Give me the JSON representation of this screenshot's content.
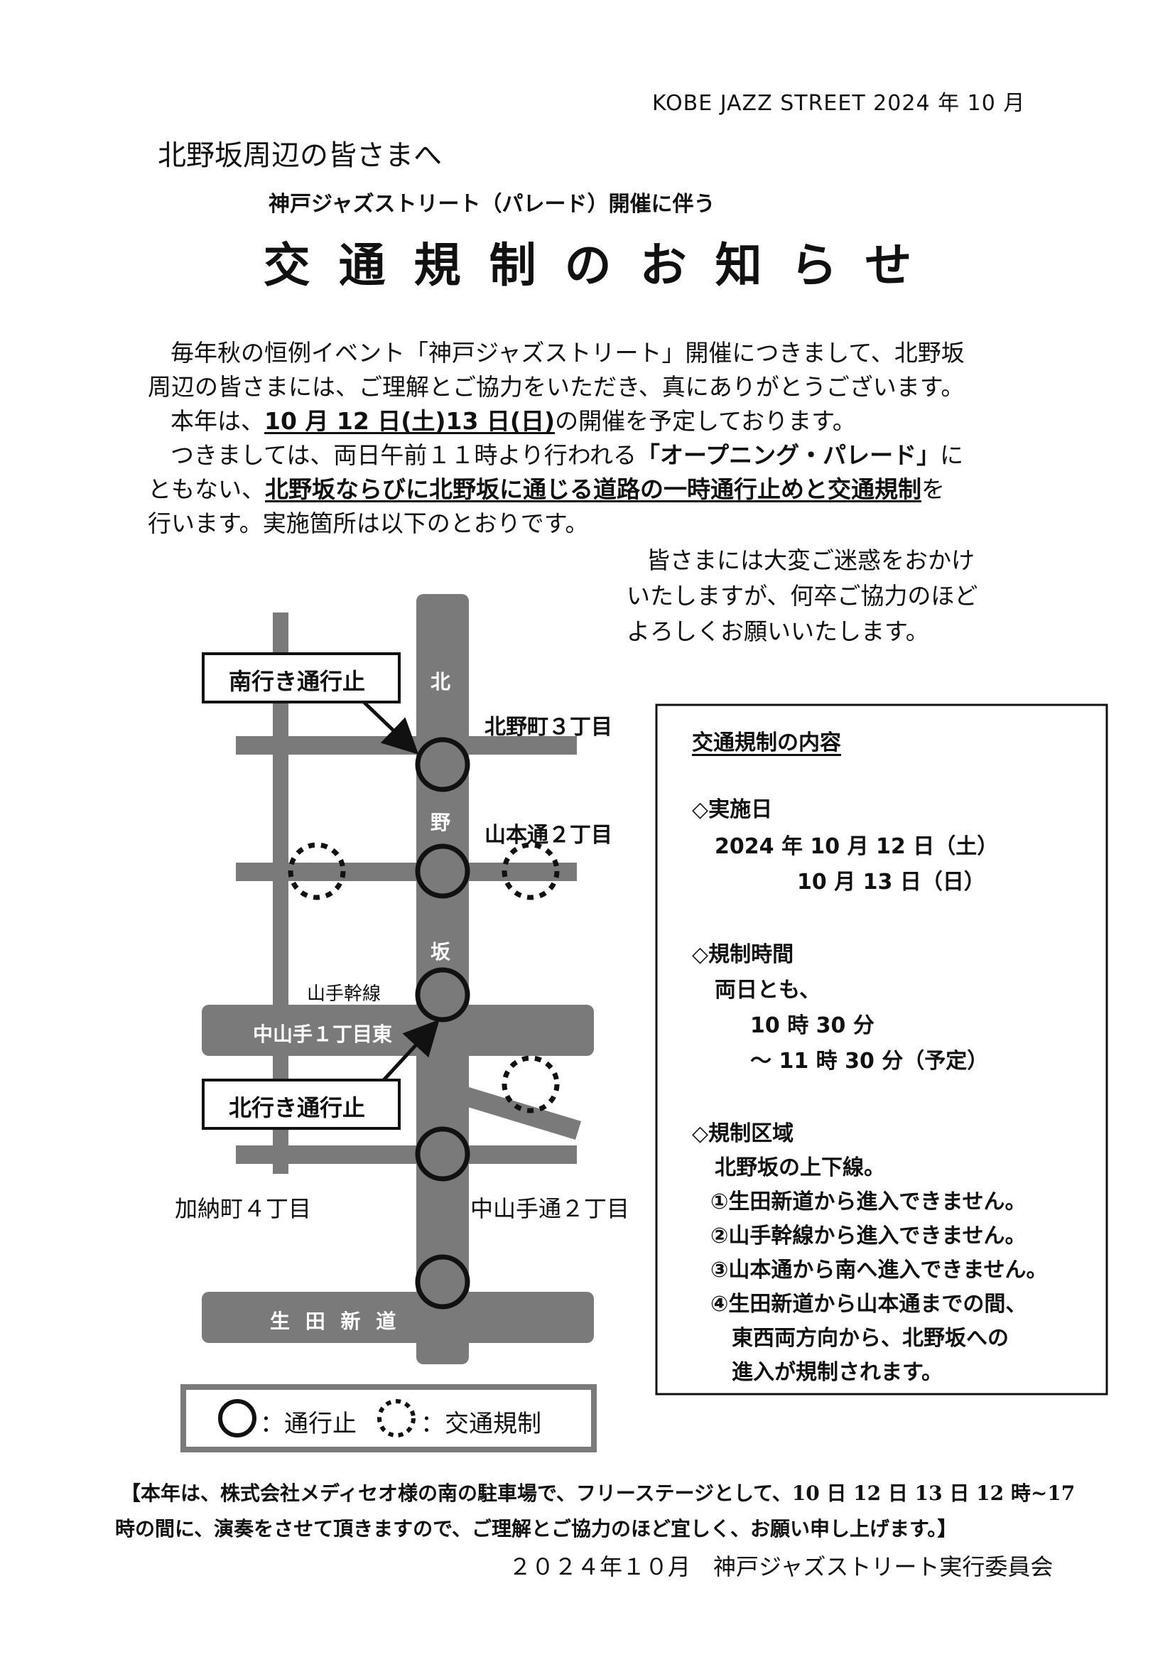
{
  "header": {
    "date_line": "KOBE JAZZ STREET 2024 年 10 月"
  },
  "greeting": "北野坂周辺の皆さまへ",
  "subtitle": "神戸ジャズストリート（パレード）開催に伴う",
  "title": "交通規制のお知らせ",
  "intro": {
    "line1": "毎年秋の恒例イベント「神戸ジャズストリート」開催につきまして、北野坂",
    "line2": "周辺の皆さまには、ご理解とご協力をいただき、真にありがとうございます。",
    "line3_pre": "本年は、",
    "line3_date": "10 月 12 日(土)13 日(日)",
    "line3_post": "の開催を予定しております。",
    "line4_pre": "つきましては、両日午前１１時より行われる",
    "line4_bold": "「オープニング・パレード」",
    "line4_post": "に",
    "line5_pre": "ともない、",
    "line5_bold": "北野坂ならびに北野坂に通じる道路の一時通行止めと交通規制",
    "line5_post": "を",
    "line6": "行います。実施箇所は以下のとおりです。",
    "apology1": "皆さまには大変ご迷惑をおかけ",
    "apology2": "いたしますが、何卒ご協力のほど",
    "apology3": "よろしくお願いいたします。"
  },
  "map": {
    "callout_south": "南行き通行止",
    "callout_north": "北行き通行止",
    "road_vertical_1": "北",
    "road_vertical_2": "野",
    "road_vertical_3": "坂",
    "label_kitano": "北野町３丁目",
    "label_yamamoto": "山本通２丁目",
    "label_yamate_line": "山手幹線",
    "label_nakayamate1": "中山手１丁目東",
    "label_kano": "加納町４丁目",
    "label_nakayamate2": "中山手通２丁目",
    "label_ikuta": "生 田 新 道",
    "legend_closed": "：通行止",
    "legend_regulated": "：交通規制"
  },
  "info_box": {
    "heading": "交通規制の内容",
    "date_heading": "◇実施日",
    "date1": "2024 年 10 月 12 日（土）",
    "date2": "10 月 13 日（日）",
    "time_heading": "◇規制時間",
    "time_both": "両日とも、",
    "time_start": "10 時 30 分",
    "time_end": "～ 11 時 30 分（予定）",
    "area_heading": "◇規制区域",
    "area_intro": "北野坂の上下線。",
    "area_1": "①生田新道から進入できません。",
    "area_2": "②山手幹線から進入できません。",
    "area_3": "③山本通から南へ進入できません。",
    "area_4a": "④生田新道から山本通までの間、",
    "area_4b": "東西両方向から、北野坂への",
    "area_4c": "進入が規制されます。"
  },
  "footer": {
    "notice1": "【本年は、株式会社メディセオ様の南の駐車場で、フリーステージとして、10 日 12 日 13 日 12 時~17",
    "notice2": "時の間に、演奏をさせて頂きますので、ご理解とご協力のほど宜しく、お願い申し上げます。】",
    "signature": "２０２４年１０月　神戸ジャズストリート実行委員会"
  },
  "colors": {
    "road": "#7a7a7a",
    "ink": "#111111"
  }
}
